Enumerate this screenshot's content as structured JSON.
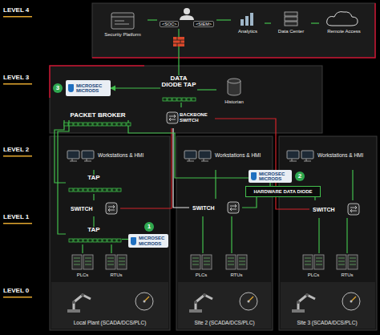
{
  "diagram": {
    "nodes": [
      {
        "text": [
          "Security Platform"
        ]
      },
      {
        "text": [
          "<SOC>",
          "<SIEM>"
        ]
      },
      {
        "text": [
          "Analytics"
        ]
      },
      {
        "text": [
          "Data Center"
        ]
      },
      {
        "text": [
          "Remote Access"
        ]
      },
      {
        "text": [
          "MICROSEC MICRODS"
        ]
      },
      {
        "text": [
          "DATA DIODE TAP"
        ]
      },
      {
        "text": [
          "Historian"
        ]
      },
      {
        "text": [
          "PACKET BROKER"
        ]
      },
      {
        "text": [
          "BACKBONE SWITCH"
        ]
      },
      {
        "text": [
          "Workstations & HMI"
        ]
      },
      {
        "text": [
          "Workstations & HMI"
        ]
      },
      {
        "text": [
          "Workstations & HMI"
        ]
      },
      {
        "text": [
          "TAP"
        ]
      },
      {
        "text": [
          "MICROSEC MICRODS"
        ]
      },
      {
        "text": [
          "HARDWARE DATA DIODE"
        ]
      },
      {
        "text": [
          "SWITCH"
        ]
      },
      {
        "text": [
          "SWITCH"
        ]
      },
      {
        "text": [
          "SWITCH"
        ]
      },
      {
        "text": [
          "TAP"
        ]
      },
      {
        "text": [
          "MICROSEC MICRODS"
        ]
      },
      {
        "text": [
          "PLCs"
        ]
      },
      {
        "text": [
          "RTUs"
        ]
      },
      {
        "text": [
          "PLCs"
        ]
      },
      {
        "text": [
          "RTUs"
        ]
      },
      {
        "text": [
          "PLCs"
        ]
      },
      {
        "text": [
          "RTUs"
        ]
      },
      {
        "text": [
          "Local Plant (SCADA/DCS/PLC)"
        ]
      },
      {
        "text": [
          "Site 2 (SCADA/DCS/PLC)"
        ]
      },
      {
        "text": [
          "Site 3 (SCADA/DCS/PLC)"
        ]
      }
    ],
    "edges": [
      {
        "from": 0,
        "to": 1,
        "arrow": "none"
      },
      {
        "from": 1,
        "to": 2,
        "arrow": "none"
      },
      {
        "from": 2,
        "to": 3,
        "arrow": "none"
      },
      {
        "from": 3,
        "to": 4,
        "arrow": "none"
      },
      {
        "from": 1,
        "to": 6,
        "arrow": "none"
      },
      {
        "from": 6,
        "to": 7,
        "arrow": "none"
      },
      {
        "from": 6,
        "to": 5,
        "arrow": "to"
      },
      {
        "from": 6,
        "to": 9,
        "arrow": "none"
      },
      {
        "from": 9,
        "to": 16,
        "arrow": "none"
      },
      {
        "from": 9,
        "to": 17,
        "arrow": "none"
      },
      {
        "from": 9,
        "to": 18,
        "arrow": "none"
      },
      {
        "from": 8,
        "to": 13,
        "arrow": "none"
      },
      {
        "from": 8,
        "to": 19,
        "arrow": "none"
      },
      {
        "from": 8,
        "to": 14,
        "arrow": "none"
      },
      {
        "from": 10,
        "to": 13,
        "arrow": "none"
      },
      {
        "from": 13,
        "to": 16,
        "arrow": "none"
      },
      {
        "from": 16,
        "to": 19,
        "arrow": "none"
      },
      {
        "from": 19,
        "to": 21,
        "arrow": "none"
      },
      {
        "from": 19,
        "to": 22,
        "arrow": "none"
      },
      {
        "from": 19,
        "to": 20,
        "arrow": "none"
      },
      {
        "from": 11,
        "to": 17,
        "arrow": "none"
      },
      {
        "from": 17,
        "to": 15,
        "arrow": "none"
      },
      {
        "from": 14,
        "to": 15,
        "arrow": "none"
      },
      {
        "from": 15,
        "to": 18,
        "arrow": "none"
      },
      {
        "from": 12,
        "to": 18,
        "arrow": "none"
      },
      {
        "from": 17,
        "to": 23,
        "arrow": "none"
      },
      {
        "from": 17,
        "to": 24,
        "arrow": "none"
      },
      {
        "from": 18,
        "to": 25,
        "arrow": "none"
      },
      {
        "from": 18,
        "to": 26,
        "arrow": "none"
      }
    ],
    "labels": [
      "LEVEL 4",
      "LEVEL 3",
      "LEVEL 2",
      "LEVEL 1",
      "LEVEL 0",
      "3",
      "2",
      "1"
    ]
  }
}
